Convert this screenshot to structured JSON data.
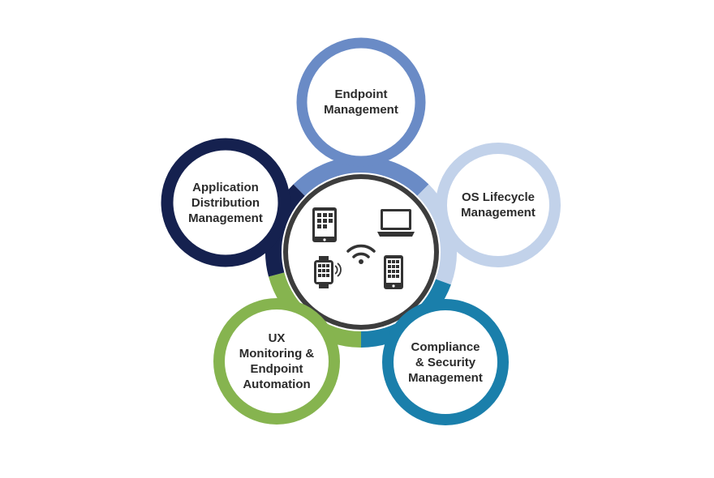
{
  "diagram": {
    "hub": {
      "icons": [
        "tablet-icon",
        "laptop-icon",
        "wifi-icon",
        "smartwatch-icon",
        "smartphone-icon"
      ],
      "border_color": "#3d3d3d"
    },
    "nodes": [
      {
        "id": "endpoint",
        "lines": [
          "Endpoint",
          "Management"
        ],
        "color": "#6a8bc6"
      },
      {
        "id": "os-lifecycle",
        "lines": [
          "OS Lifecycle",
          "Management"
        ],
        "color": "#c2d2ea"
      },
      {
        "id": "compliance",
        "lines": [
          "Compliance",
          "& Security",
          "Management"
        ],
        "color": "#1a7fab"
      },
      {
        "id": "ux-monitoring",
        "lines": [
          "UX",
          "Monitoring &",
          "Endpoint",
          "Automation"
        ],
        "color": "#86b44f"
      },
      {
        "id": "application",
        "lines": [
          "Application",
          "Distribution",
          "Management"
        ],
        "color": "#15214f"
      }
    ]
  }
}
